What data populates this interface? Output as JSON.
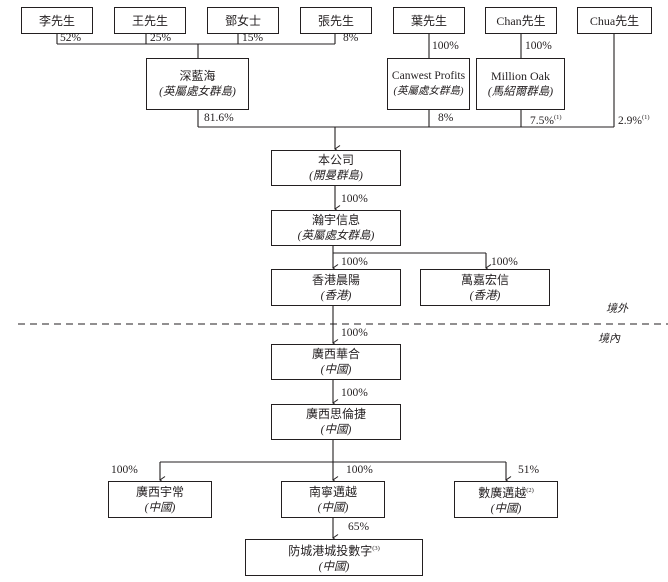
{
  "diagram": {
    "type": "shareholding-structure",
    "shareholders": [
      {
        "id": "li",
        "name": "李先生"
      },
      {
        "id": "wang",
        "name": "王先生"
      },
      {
        "id": "deng",
        "name": "鄧女士"
      },
      {
        "id": "zhang",
        "name": "張先生"
      },
      {
        "id": "ye",
        "name": "葉先生"
      },
      {
        "id": "chan",
        "name": "Chan先生"
      },
      {
        "id": "chua",
        "name": "Chua先生"
      }
    ],
    "entities": {
      "shenlanhai": {
        "name": "深藍海",
        "jurisdiction": "(英屬處女群島)"
      },
      "canwest": {
        "name": "Canwest Profits",
        "jurisdiction": "(英屬處女群島)"
      },
      "millionoak": {
        "name": "Million Oak",
        "jurisdiction": "(馬紹爾群島)"
      },
      "company": {
        "name": "本公司",
        "jurisdiction": "(開曼群島)"
      },
      "hanyu": {
        "name": "瀚宇信息",
        "jurisdiction": "(英屬處女群島)"
      },
      "hkcs": {
        "name": "香港晨陽",
        "jurisdiction": "(香港)"
      },
      "wanjia": {
        "name": "萬嘉宏信",
        "jurisdiction": "(香港)"
      },
      "gxhh": {
        "name": "廣西華合",
        "jurisdiction": "(中國)"
      },
      "gxslj": {
        "name": "廣西思倫捷",
        "jurisdiction": "(中國)"
      },
      "gxyc": {
        "name": "廣西宇常",
        "jurisdiction": "(中國)"
      },
      "nnmy": {
        "name": "南寧邁越",
        "jurisdiction": "(中國)"
      },
      "sgmy": {
        "name": "數廣邁越",
        "note": "(2)",
        "jurisdiction": "(中國)"
      },
      "fcg": {
        "name": "防城港城投數字",
        "note": "(3)",
        "jurisdiction": "(中國)"
      }
    },
    "percentages": {
      "li_shenlanhai": "52%",
      "wang_shenlanhai": "25%",
      "deng_shenlanhai": "15%",
      "zhang_shenlanhai": "8%",
      "ye_canwest": "100%",
      "chan_millionoak": "100%",
      "shenlanhai_company": "81.6%",
      "canwest_company": "8%",
      "millionoak_company": "7.5%",
      "millionoak_company_note": "(1)",
      "chua_company": "2.9%",
      "chua_company_note": "(1)",
      "company_hanyu": "100%",
      "hanyu_hkcs": "100%",
      "hanyu_wanjia": "100%",
      "hkcs_gxhh": "100%",
      "gxhh_gxslj": "100%",
      "gxslj_gxyc": "100%",
      "gxslj_nnmy": "100%",
      "gxslj_sgmy": "51%",
      "nnmy_fcg": "65%"
    },
    "regions": {
      "offshore": "境外",
      "onshore": "境內"
    }
  }
}
